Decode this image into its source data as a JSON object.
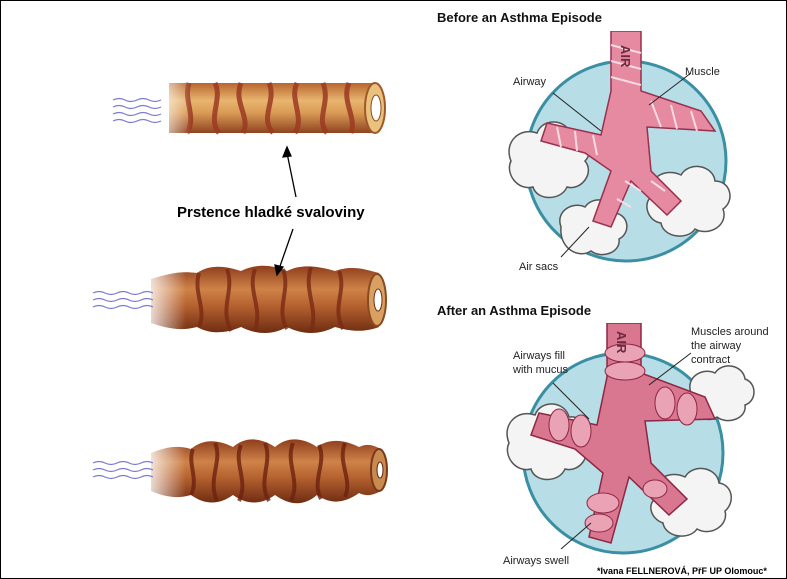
{
  "central_label": "Prstence hladké svaloviny",
  "diagram_before": {
    "title": "Before an Asthma Episode",
    "air_label": "AIR",
    "labels": {
      "airway": "Airway",
      "muscle": "Muscle",
      "air_sacs": "Air sacs"
    }
  },
  "diagram_after": {
    "title": "After an Asthma Episode",
    "air_label": "AIR",
    "labels": {
      "mucus_line1": "Airways fill",
      "mucus_line2": "with mucus",
      "muscles_line1": "Muscles around",
      "muscles_line2": "the airway",
      "muscles_line3": "contract",
      "swell": "Airways swell"
    }
  },
  "credit": "*Ivana FELLNEROVÁ, PřF UP Olomouc*",
  "colors": {
    "tube_light": "#d9a35c",
    "tube_dark": "#a14a24",
    "muscle_band": "#9b3a22",
    "lung_circle": "#b7dde6",
    "lung_circle_edge": "#3a8fa3",
    "bronchi_pink": "#e58aa0",
    "bronchi_edge": "#9b2f4e",
    "air_sac": "#f5f5f5"
  }
}
